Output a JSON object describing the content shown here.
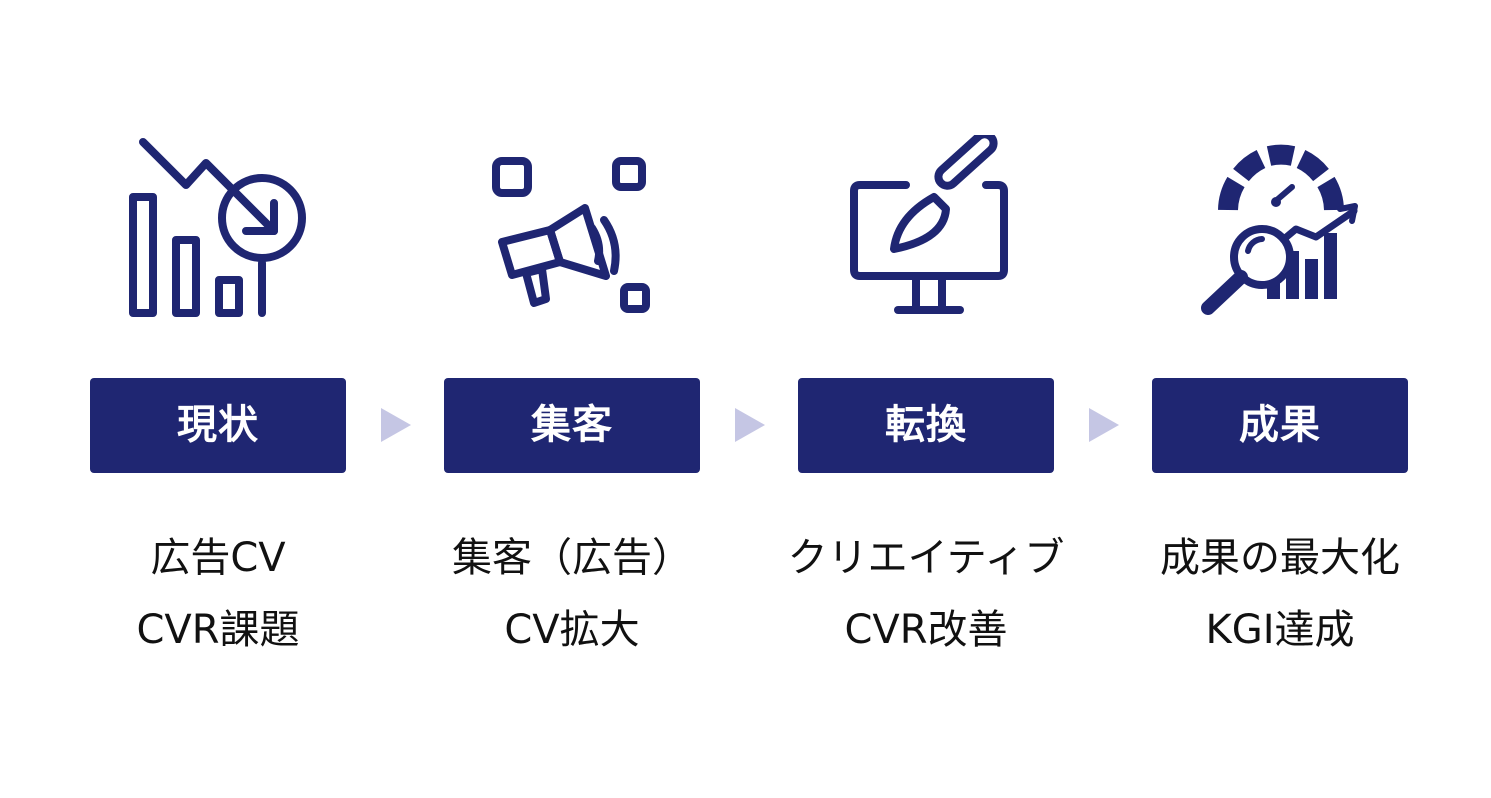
{
  "colors": {
    "primary": "#1f2672",
    "arrow": "#c5c6e4",
    "text": "#111111",
    "label_text": "#ffffff"
  },
  "steps": [
    {
      "icon": "declining-chart-icon",
      "label": "現状",
      "lines": [
        "広告CV",
        "CVR課題"
      ]
    },
    {
      "icon": "megaphone-icon",
      "label": "集客",
      "lines": [
        "集客（広告）",
        "CV拡大"
      ]
    },
    {
      "icon": "monitor-brush-icon",
      "label": "転換",
      "lines": [
        "クリエイティブ",
        "CVR改善"
      ]
    },
    {
      "icon": "gauge-magnifier-chart-icon",
      "label": "成果",
      "lines": [
        "成果の最大化",
        "KGI達成"
      ]
    }
  ]
}
